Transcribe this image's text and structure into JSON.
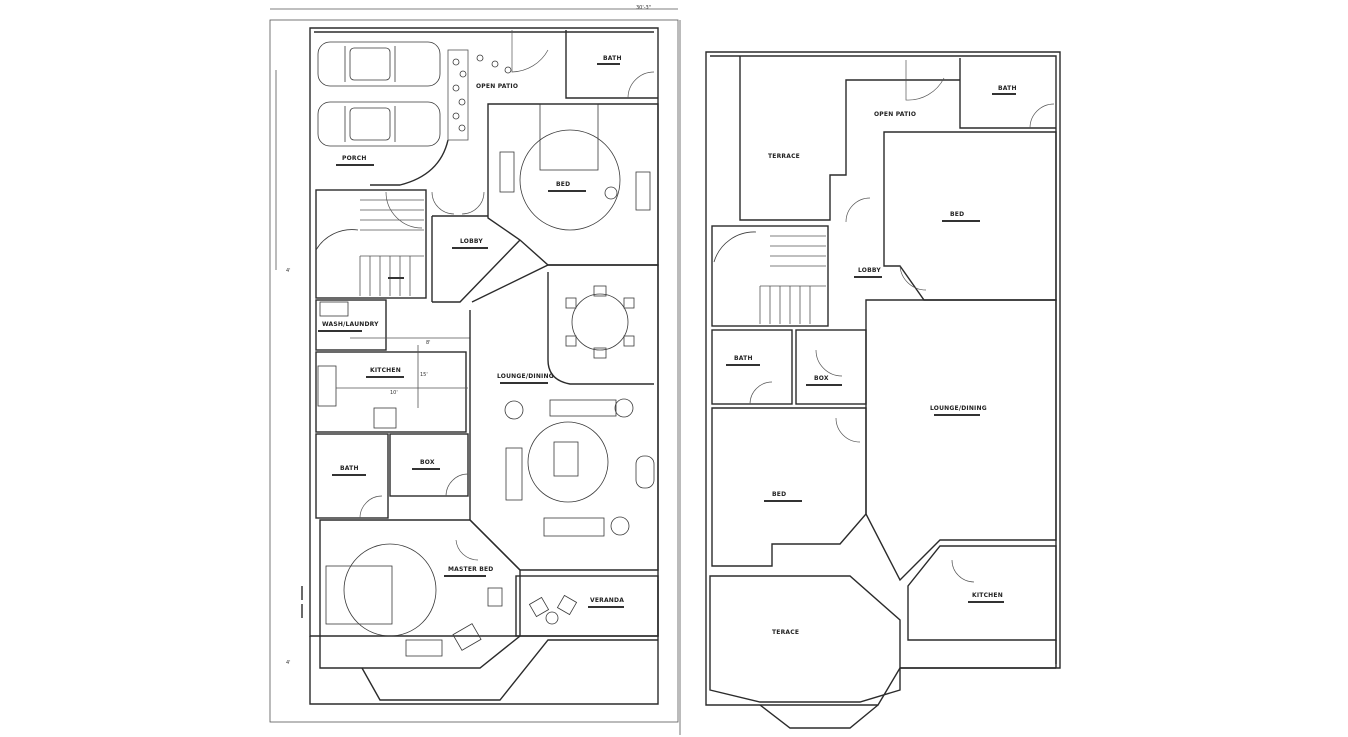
{
  "dimensions": {
    "overall_width": "30'-3\"",
    "dim_15": "15'",
    "dim_8": "8'",
    "dim_10": "10'",
    "dim_4a": "4'",
    "dim_4b": "4'"
  },
  "ground_floor": {
    "porch": "PORCH",
    "open_patio": "OPEN PATIO",
    "bath_top": "BATH",
    "bed": "BED",
    "lobby": "LOBBY",
    "wash_laundry": "WASH/LAUNDRY",
    "kitchen": "KITCHEN",
    "lounge_dining": "LOUNGE/DINING",
    "bath": "BATH",
    "box": "BOX",
    "master_bed": "MASTER BED",
    "veranda": "VERANDA"
  },
  "first_floor": {
    "bath_top": "BATH",
    "open_patio": "OPEN PATIO",
    "terrace": "TERRACE",
    "bed_right": "BED",
    "lobby": "LOBBY",
    "bath": "BATH",
    "box": "BOX",
    "lounge_dining": "LOUNGE/DINING",
    "bed_left": "BED",
    "kitchen": "KITCHEN",
    "terrace_bottom": "TERACE"
  },
  "colors": {
    "line": "#2b2b2b",
    "background": "#ffffff"
  }
}
